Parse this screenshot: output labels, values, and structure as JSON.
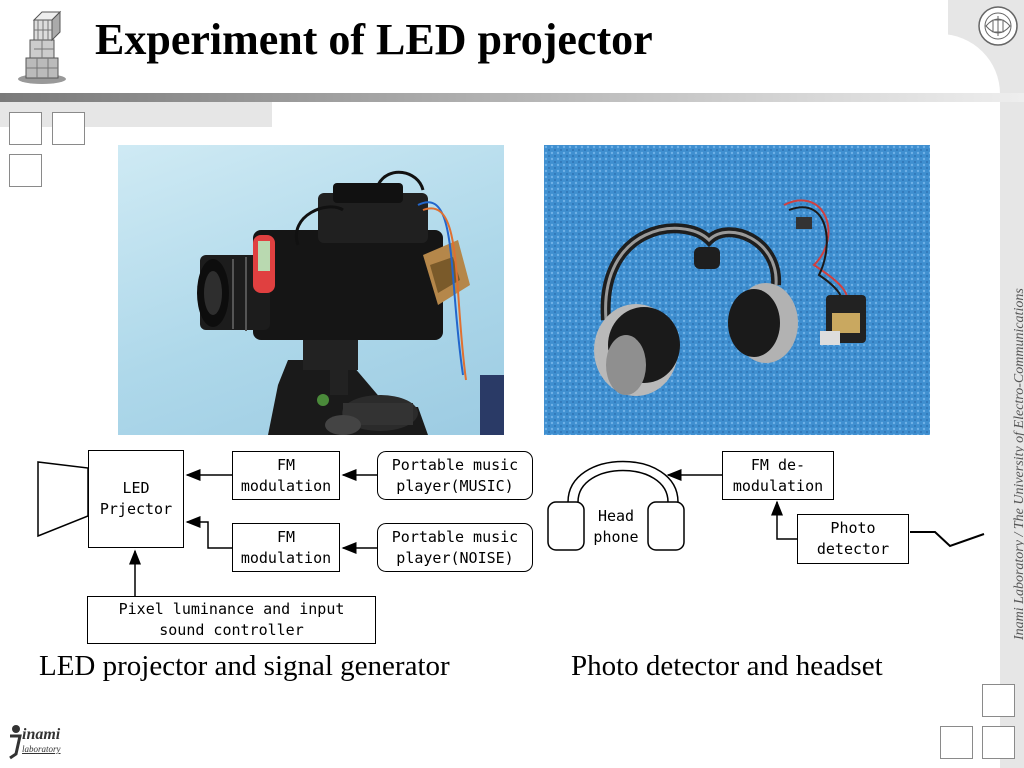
{
  "slide": {
    "title": "Experiment of LED projector",
    "side_text": "Inami Laboratory / The University of Electro-Communications",
    "captions": {
      "left": "LED projector and signal generator",
      "right": "Photo detector and headset"
    },
    "logo": {
      "main": "inami",
      "sub": "laboratory"
    }
  },
  "diagram_left": {
    "led_projector": "LED\nPrjector",
    "fm_top": "FM\nmodulation",
    "fm_bottom": "FM\nmodulation",
    "music_player": "Portable music\nplayer(MUSIC)",
    "noise_player": "Portable music\nplayer(NOISE)",
    "controller": "Pixel luminance and input\nsound controller"
  },
  "diagram_right": {
    "headphone": "Head\nphone",
    "fm_demod": "FM de-\nmodulation",
    "photo_detector": "Photo\ndetector"
  },
  "colors": {
    "accent": "#7a7a7a",
    "frame": "#e6e6e6",
    "photo_right_bg": "#3f8fd0"
  }
}
